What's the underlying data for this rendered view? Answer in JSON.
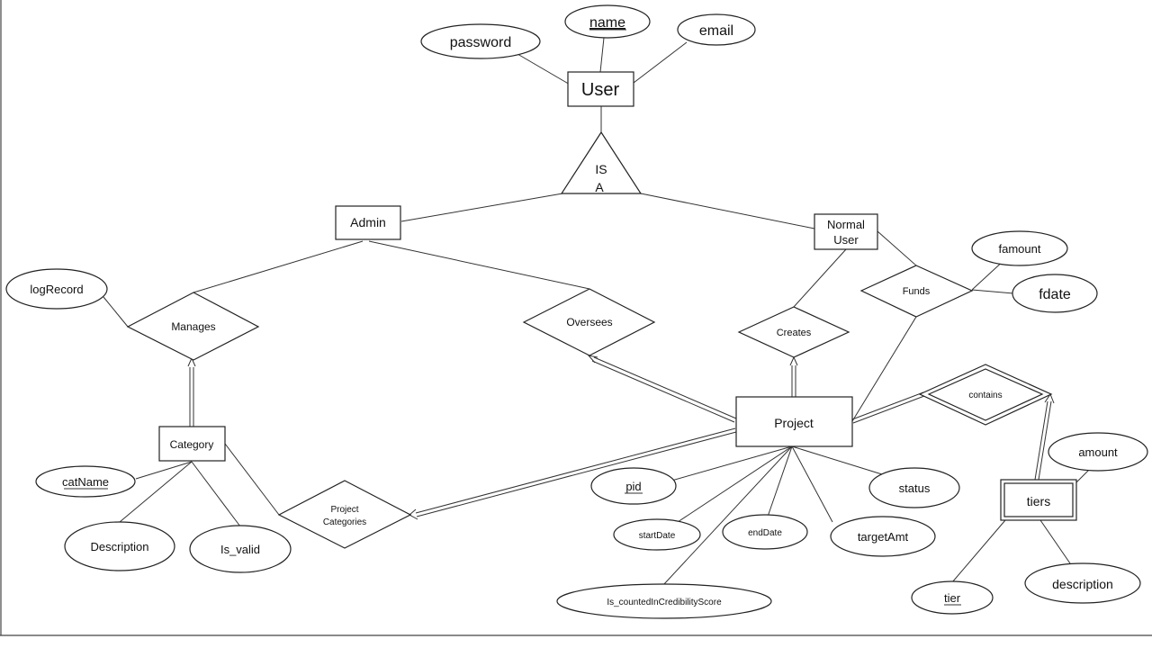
{
  "entities": {
    "user": "User",
    "admin": "Admin",
    "normal_user_line1": "Normal",
    "normal_user_line2": "User",
    "category": "Category",
    "project": "Project",
    "tiers": "tiers"
  },
  "isa": {
    "line1": "IS",
    "line2": "A"
  },
  "relationships": {
    "manages": "Manages",
    "oversees": "Oversees",
    "creates": "Creates",
    "funds": "Funds",
    "contains": "contains",
    "project_categories_line1": "Project",
    "project_categories_line2": "Categories"
  },
  "attributes": {
    "password": "password",
    "name": "name",
    "email": "email",
    "logRecord": "logRecord",
    "famount": "famount",
    "fdate": "fdate",
    "catName": "catName",
    "description_cat": "Description",
    "is_valid": "Is_valid",
    "pid": "pid",
    "status": "status",
    "startDate": "startDate",
    "endDate": "endDate",
    "targetAmt": "targetAmt",
    "is_counted": "Is_countedInCredibilityScore",
    "amount": "amount",
    "tier": "tier",
    "description_tier": "description"
  }
}
